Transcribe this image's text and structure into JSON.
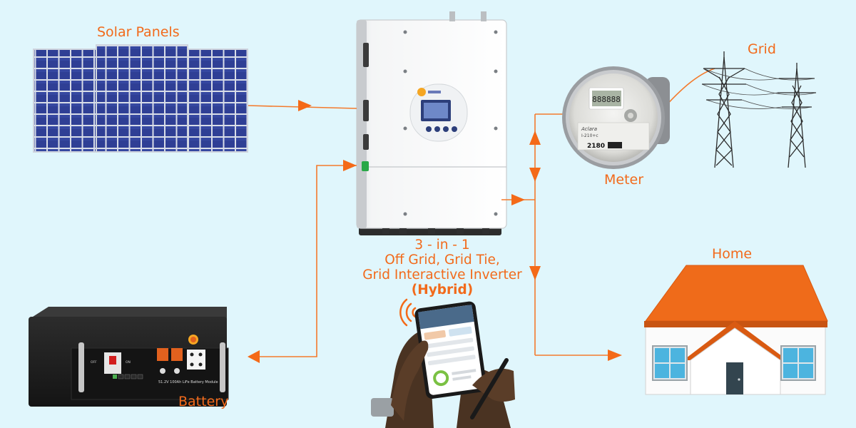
{
  "labels": {
    "solar_panels": "Solar Panels",
    "grid": "Grid",
    "meter": "Meter",
    "home": "Home",
    "battery": "Battery"
  },
  "inverter_caption": {
    "line1": "3 - in - 1",
    "line2": "Off Grid, Grid Tie,",
    "line3": "Grid Interactive Inverter",
    "line4": "(Hybrid)"
  },
  "meter_device": {
    "display_reading": "888888",
    "brand": "Aclara",
    "model": "I-210+c",
    "counter": "2180"
  },
  "battery_device": {
    "module_text": "51.2V 100Ah LiFe Battery Module",
    "switch_off": "OFF",
    "switch_on": "ON"
  },
  "colors": {
    "background": "#e0f6fc",
    "accent_orange": "#f26a1b",
    "line_orange": "#f47a2c",
    "panel_blue": "#2b3a8c",
    "roof_orange": "#ef6b1a",
    "battery_black": "#1d1d1d"
  },
  "icons": [
    "wifi-signal-icon",
    "arrow-right-icon",
    "arrow-left-icon",
    "arrow-up-icon",
    "arrow-down-icon"
  ]
}
